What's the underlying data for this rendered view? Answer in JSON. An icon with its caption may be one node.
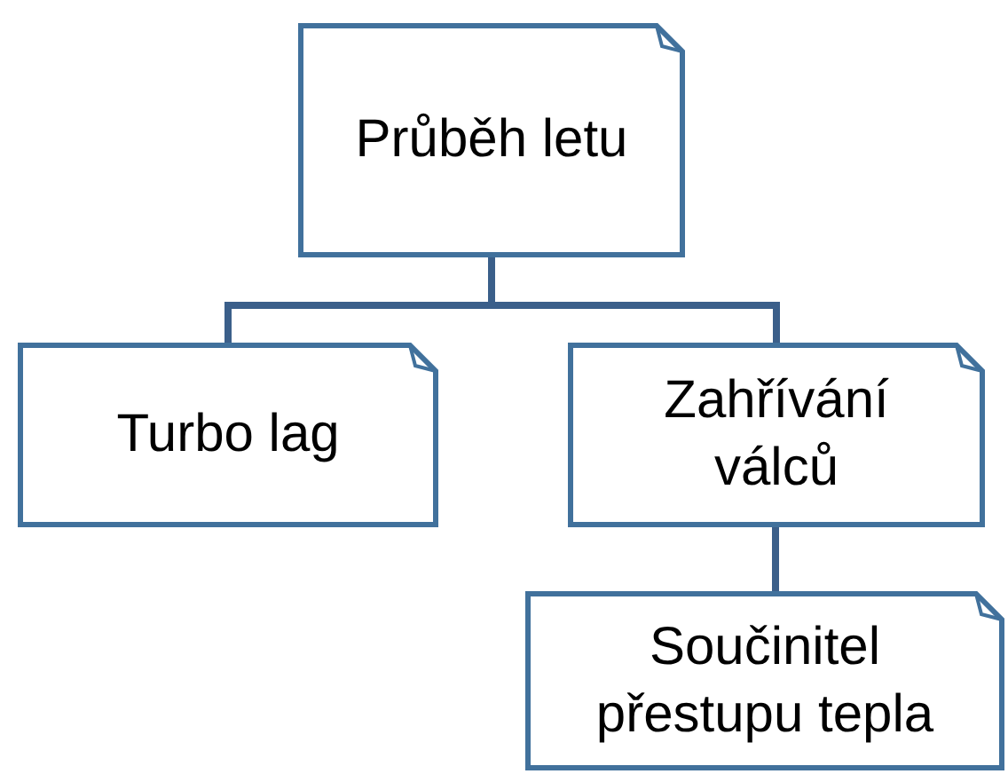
{
  "diagram": {
    "nodes": [
      {
        "text": [
          "Průběh letu"
        ]
      },
      {
        "text": [
          "Turbo lag"
        ]
      },
      {
        "text": [
          "Zahřívání válců"
        ]
      },
      {
        "text": [
          "Součinitel přestupu tepla"
        ]
      }
    ],
    "edges": [
      {
        "from": 0,
        "to": 1,
        "arrow": "none"
      },
      {
        "from": 0,
        "to": 2,
        "arrow": "none"
      },
      {
        "from": 2,
        "to": 3,
        "arrow": "none"
      }
    ]
  }
}
